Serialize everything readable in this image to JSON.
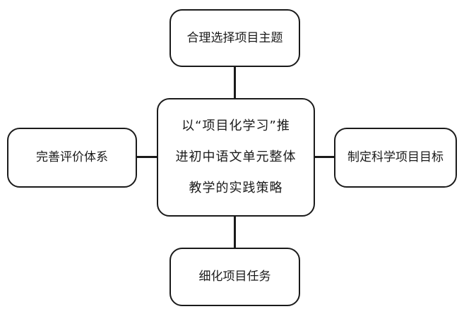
{
  "center": {
    "line1": "以“项目化学习”推",
    "line2": "进初中语文单元整体",
    "line3": "教学的实践策略"
  },
  "top": "合理选择项目主题",
  "left": "完善评价体系",
  "right": "制定科学项目目标",
  "bottom": "细化项目任务",
  "colors": {
    "stroke": "#1a1a1a",
    "fill": "#ffffff"
  }
}
